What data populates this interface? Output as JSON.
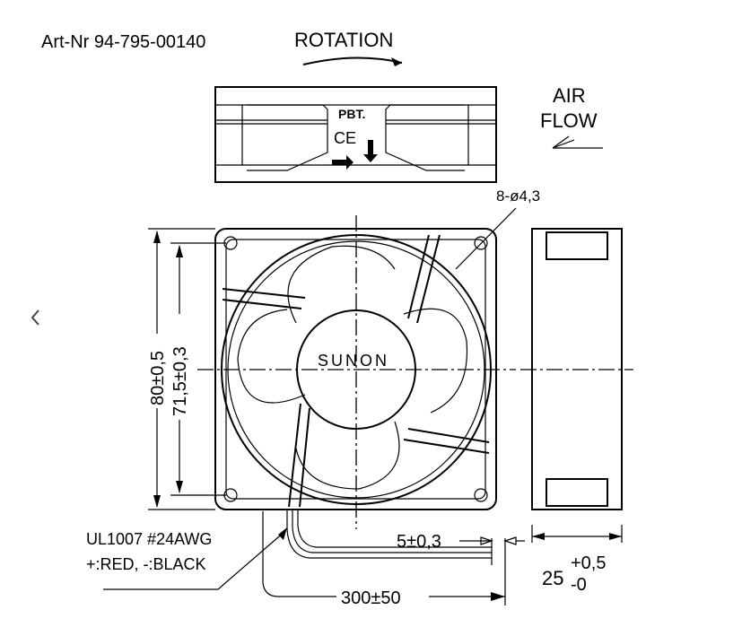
{
  "art_nr": "Art-Nr 94-795-00140",
  "rotation_label": "ROTATION",
  "airflow_line1": "AIR",
  "airflow_line2": "FLOW",
  "hole_spec": "8-ø4,3",
  "brand": "SUNON",
  "marking_pbt": "PBT.",
  "marking_ce": "CE",
  "dim_height_outer": "80±0,5",
  "dim_height_inner": "71,5±0,3",
  "wire_spec_line1": "UL1007 #24AWG",
  "wire_spec_line2": "+:RED, -:BLACK",
  "dim_strip": "5±0,3",
  "dim_lead": "300±50",
  "dim_depth": "25",
  "dim_depth_plus": "+0,5",
  "dim_depth_minus": "-0",
  "nav": {
    "prev_icon": "chevron-left-icon"
  }
}
